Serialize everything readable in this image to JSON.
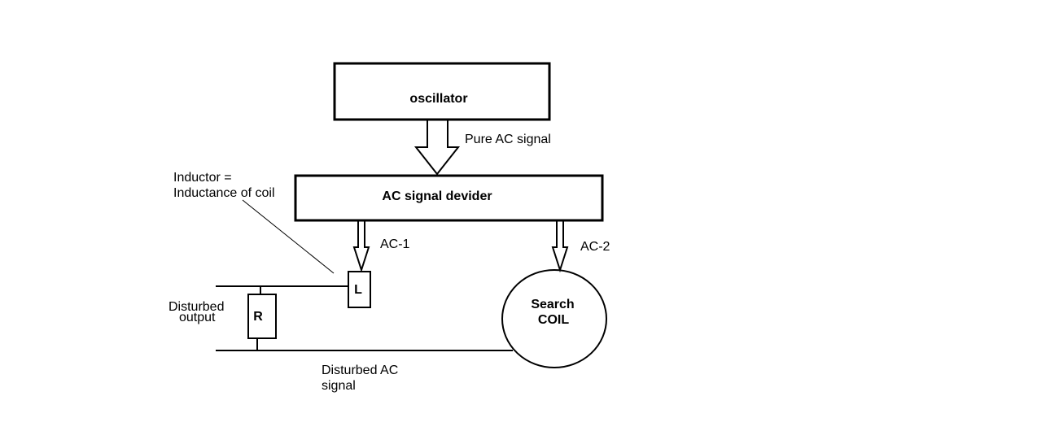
{
  "blocks": {
    "oscillator": "oscillator",
    "divider": "AC signal devider",
    "inductor": "L",
    "resistor": "R",
    "coil_line1": "Search",
    "coil_line2": "COIL"
  },
  "labels": {
    "pure_ac": "Pure AC signal",
    "inductor_note_line1": "Inductor =",
    "inductor_note_line2": "Inductance of coil",
    "ac1": "AC-1",
    "ac2": "AC-2",
    "disturbed_output_line1": "Disturbed",
    "disturbed_output_line2": "output",
    "disturbed_ac_line1": "Disturbed AC",
    "disturbed_ac_line2": "signal"
  }
}
